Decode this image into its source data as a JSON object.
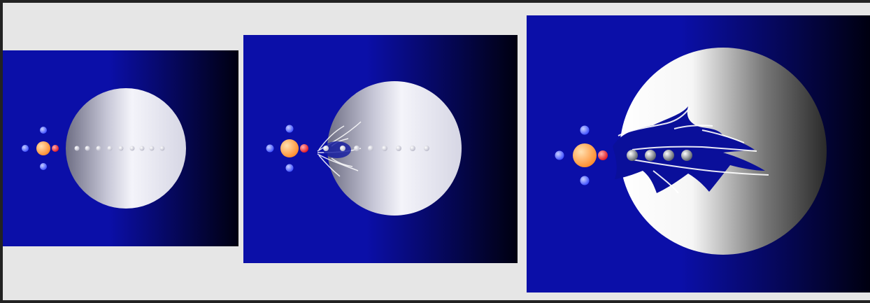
{
  "figure": {
    "frames": [
      {
        "stage": "before-entry",
        "crack_visible": false
      },
      {
        "stage": "initial-cracking",
        "crack_visible": true
      },
      {
        "stage": "extensive-cracking",
        "crack_visible": true
      }
    ],
    "colors": {
      "page_background": "#e6e6e6",
      "border": "#222222",
      "background_gradient": [
        "#0b0fa8",
        "#000010"
      ],
      "sphere_gradient_light": [
        "#f4f4fa",
        "#8c8c9c"
      ],
      "nucleus": "#ff8a2a",
      "satellite_red": "#e0141e",
      "satellite_blue": "#3a4cff",
      "trail_dot": "#ffffff"
    },
    "icons": [
      "orange-nucleus",
      "red-particle",
      "blue-particles",
      "white-trail-dots",
      "crack-lines"
    ]
  }
}
